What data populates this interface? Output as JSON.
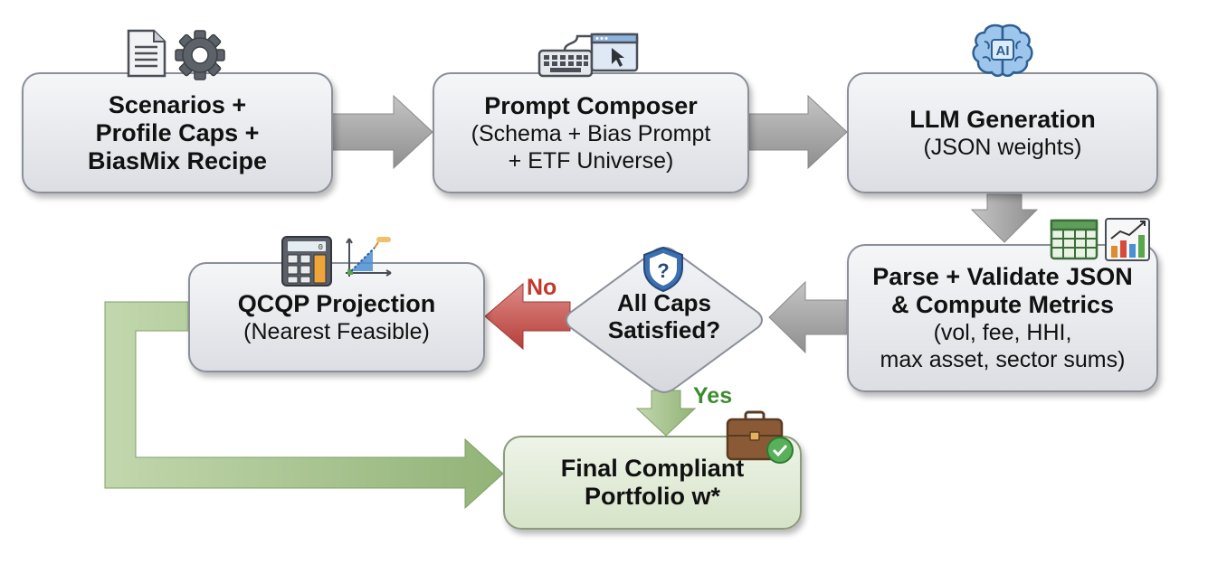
{
  "nodes": {
    "inputs": {
      "lines": [
        "Scenarios +",
        "Profile Caps +",
        "BiasMix Recipe"
      ]
    },
    "composer": {
      "title": "Prompt Composer",
      "lines": [
        "(Schema + Bias Prompt",
        "+ ETF Universe)"
      ]
    },
    "llm": {
      "title": "LLM Generation",
      "lines": [
        "(JSON weights)"
      ]
    },
    "parse": {
      "title_lines": [
        "Parse + Validate JSON",
        "& Compute Metrics"
      ],
      "lines": [
        "(vol, fee, HHI,",
        "max asset, sector sums)"
      ]
    },
    "decision": {
      "lines": [
        "All Caps",
        "Satisfied?"
      ]
    },
    "qcqp": {
      "title": "QCQP Projection",
      "lines": [
        "(Nearest Feasible)"
      ]
    },
    "final": {
      "lines": [
        "Final Compliant",
        "Portfolio w*"
      ]
    }
  },
  "edges": {
    "no_label": "No",
    "yes_label": "Yes"
  },
  "icons": {
    "inputs": [
      "document-icon",
      "gear-icon"
    ],
    "composer": [
      "keyboard-icon",
      "window-cursor-icon"
    ],
    "llm": [
      "ai-brain-icon"
    ],
    "ai_badge": "AI",
    "parse": [
      "spreadsheet-icon",
      "bar-chart-icon"
    ],
    "decision": [
      "shield-question-icon"
    ],
    "qcqp": [
      "calculator-icon",
      "projection-plot-icon"
    ],
    "final": [
      "briefcase-check-icon"
    ]
  },
  "colors": {
    "gray_arrow": "#9a9a9a",
    "no_arrow": "#c0504d",
    "no_text": "#c0392b",
    "yes_arrow": "#9fbb86",
    "yes_text": "#3d8b2f",
    "green_path": "#93b679"
  }
}
